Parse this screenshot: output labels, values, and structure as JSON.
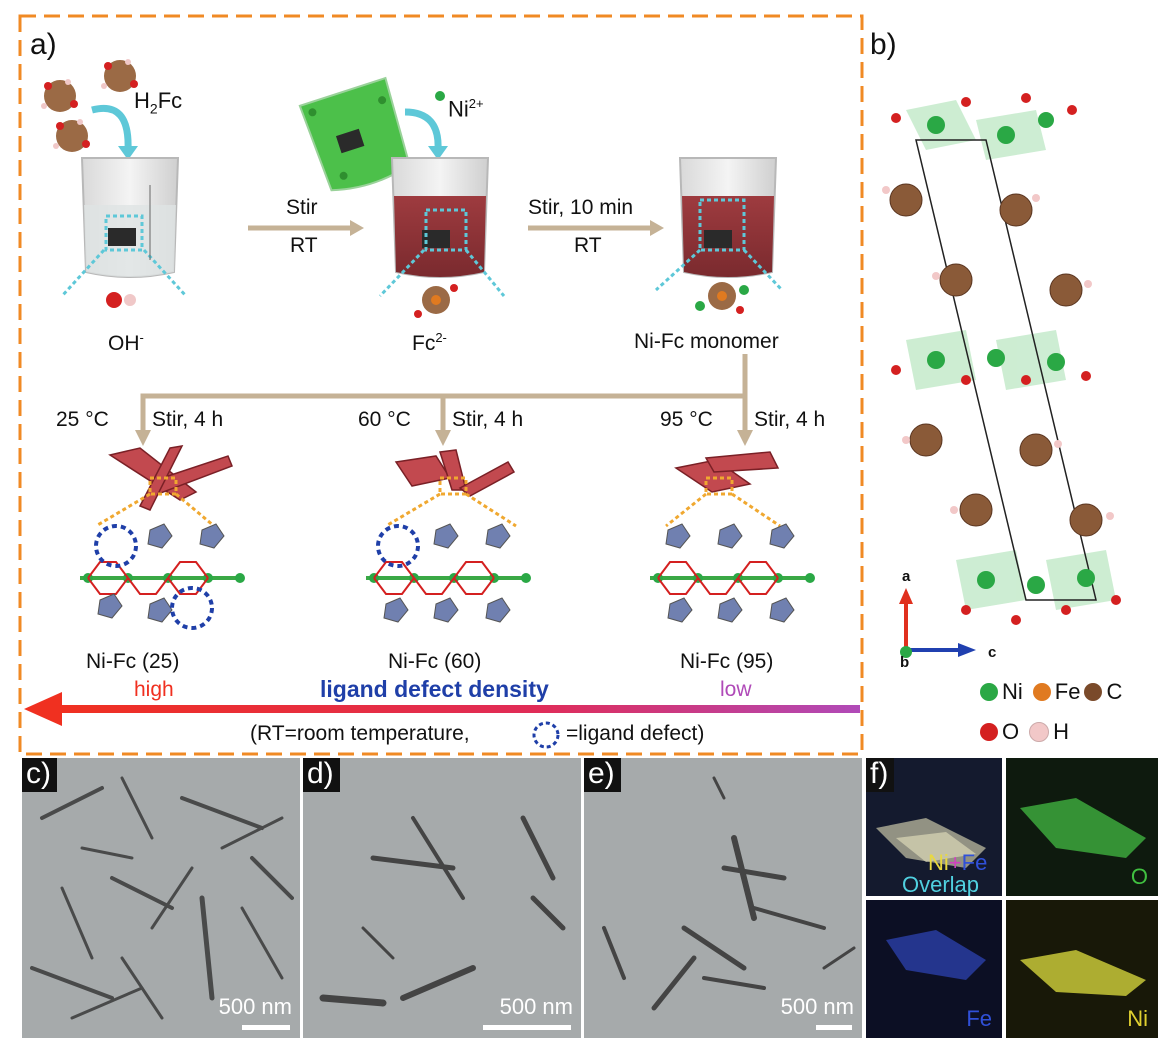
{
  "panel_a": {
    "label": "a)",
    "reagent_h2fc": "H",
    "reagent_h2fc_sub": "2",
    "reagent_h2fc_rest": "Fc",
    "reagent_ni": "Ni",
    "reagent_ni_sup": "2+",
    "step1_top": "Stir",
    "step1_bottom": "RT",
    "step2_top": "Stir, 10 min",
    "step2_bottom": "RT",
    "species_oh": "OH",
    "species_oh_sup": "-",
    "species_fc": "Fc",
    "species_fc_sup": "2-",
    "species_monomer": "Ni-Fc monomer",
    "branches": [
      {
        "temp": "25 °C",
        "stir": "Stir, 4 h",
        "name": "Ni-Fc (25)"
      },
      {
        "temp": "60 °C",
        "stir": "Stir, 4 h",
        "name": "Ni-Fc (60)"
      },
      {
        "temp": "95 °C",
        "stir": "Stir, 4 h",
        "name": "Ni-Fc (95)"
      }
    ],
    "defect_high": "high",
    "defect_title": "ligand defect density",
    "defect_low": "low",
    "footnote_left": "(RT=room temperature,",
    "footnote_right": "=ligand defect)"
  },
  "panel_b": {
    "label": "b)",
    "axis_a": "a",
    "axis_b": "b",
    "axis_c": "c",
    "legend": [
      {
        "name": "Ni",
        "color": "#2aa845"
      },
      {
        "name": "Fe",
        "color": "#e07a20"
      },
      {
        "name": "C",
        "color": "#7a4a2a"
      },
      {
        "name": "O",
        "color": "#d42020"
      },
      {
        "name": "H",
        "color": "#f2c8c8"
      }
    ]
  },
  "tem_panels": [
    {
      "label": "c)",
      "scale": "500 nm"
    },
    {
      "label": "d)",
      "scale": "500 nm"
    },
    {
      "label": "e)",
      "scale": "500 nm"
    }
  ],
  "panel_f": {
    "label": "f)",
    "overlap_ni": "Ni",
    "overlap_plus": "+",
    "overlap_fe": "Fe",
    "overlap_text": "Overlap",
    "map_o": "O",
    "map_fe": "Fe",
    "map_ni": "Ni"
  },
  "colors": {
    "frame": "#f08a24",
    "arrow_tan": "#c5b296",
    "cyan": "#5ec8d8",
    "defect_blue": "#1f3fa8",
    "high_red": "#f03020",
    "low_purple": "#b04ab8"
  }
}
